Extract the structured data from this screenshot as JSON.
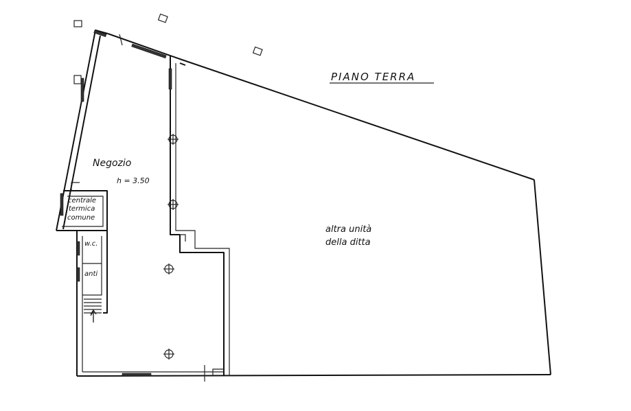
{
  "title": "PIANO TERRA",
  "rooms": {
    "negozio": "Negozio",
    "height": "h = 3.50",
    "centrale_line1": "centrale",
    "centrale_line2": "termica",
    "centrale_line3": "comune",
    "wc": "w.c.",
    "anti": "anti",
    "other_unit_line1": "altra unità",
    "other_unit_line2": "della ditta"
  },
  "colors": {
    "ink": "#111111",
    "paper": "#ffffff"
  }
}
